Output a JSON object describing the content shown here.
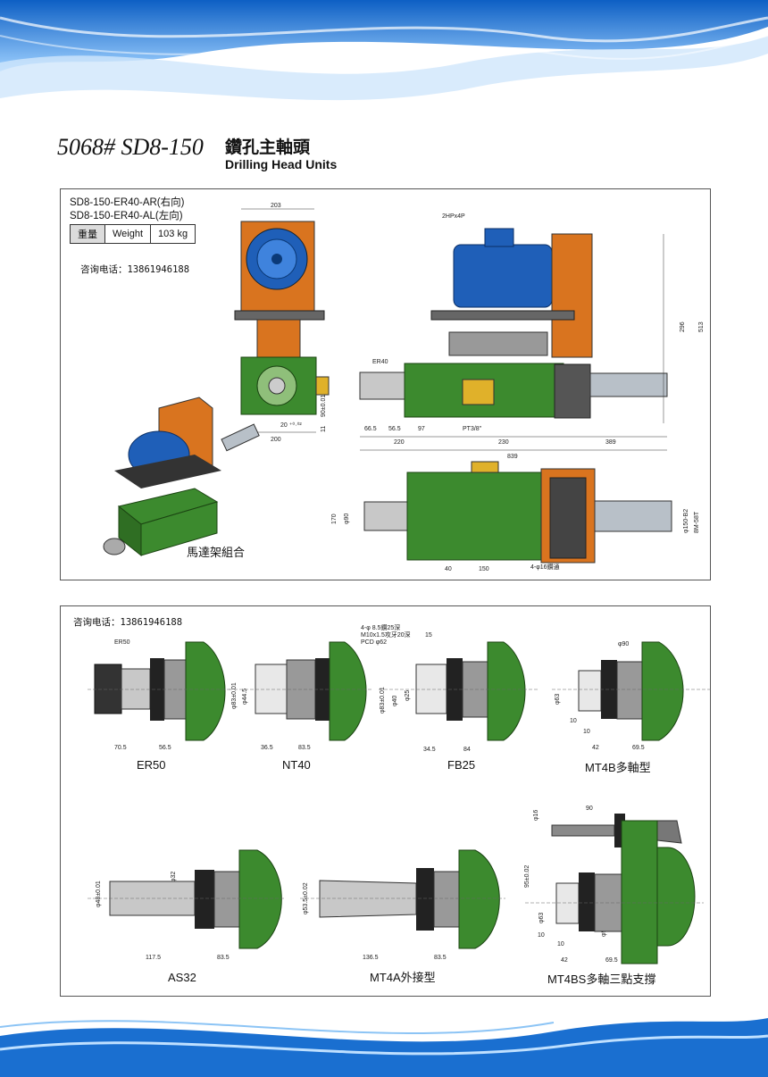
{
  "header": {
    "series": "5068# SD8-150",
    "title_cn": "鑽孔主軸頭",
    "title_en": "Drilling Head Units"
  },
  "panel1": {
    "model_right": "SD8-150-ER40-AR(右向)",
    "model_left": "SD8-150-ER40-AL(左向)",
    "spec": {
      "label_cn": "重量",
      "label_en": "Weight",
      "value": "103 kg"
    },
    "contact": "咨询电话：13861946188",
    "motor_frame_label": "馬達架組合",
    "dims": {
      "width_top": "203",
      "motor": "2HPx4P",
      "er": "ER40",
      "h1": "296",
      "h2": "513",
      "center_h": "90±0.01",
      "tol": "20 ⁺⁰·⁰²",
      "w200": "200",
      "d66": "66.5",
      "d56": "56.5",
      "d97": "97",
      "pt": "PT3/8\"",
      "d220": "220",
      "d230": "230",
      "d389": "389",
      "d839": "839",
      "d170": "170",
      "d90": "φ90",
      "d150b2": "φ150-B2",
      "d8m": "8M-58T",
      "d40": "40",
      "d150": "150",
      "hole": "4-φ16鑽通",
      "d11": "11"
    }
  },
  "panel2": {
    "contact": "咨询电话：13861946188",
    "items": [
      {
        "name": "ER50",
        "tag": "ER50",
        "d1": "70.5",
        "d2": "56.5"
      },
      {
        "name": "NT40",
        "dia": "φ83±0.01",
        "dia2": "φ44.5",
        "d1": "36.5",
        "d2": "83.5"
      },
      {
        "name": "FB25",
        "note1": "4-φ 8.5鑽25深",
        "note2": "M10x1.5攻牙20深",
        "note3": "PCD φ62",
        "t1": "15",
        "dia": "φ83±0.01",
        "dia2": "φ40",
        "dia3": "φ25",
        "d1": "34.5",
        "d2": "84"
      },
      {
        "name": "MT4B多軸型",
        "dia": "φ63",
        "dia2": "φ90",
        "d10": "10",
        "d42": "42",
        "d69": "69.5",
        "dt": "10"
      },
      {
        "name": "AS32",
        "dia": "φ48±0.01",
        "dia2": "φ32",
        "d1": "117.5",
        "d2": "83.5"
      },
      {
        "name": "MT4A外接型",
        "dia": "φ53.5±0.02",
        "d1": "136.5",
        "d2": "83.5"
      },
      {
        "name": "MT4BS多軸三點支撐",
        "dia": "φ16",
        "d90": "90",
        "d95": "95±0.02",
        "dia2": "φ63",
        "dia3": "φ90",
        "d10": "10",
        "d42": "42",
        "d69": "69.5",
        "dt": "10"
      }
    ]
  },
  "colors": {
    "green": "#3c8a2e",
    "orange": "#d9741f",
    "blue": "#1f5fb8",
    "wave": "#2a7fd6"
  }
}
